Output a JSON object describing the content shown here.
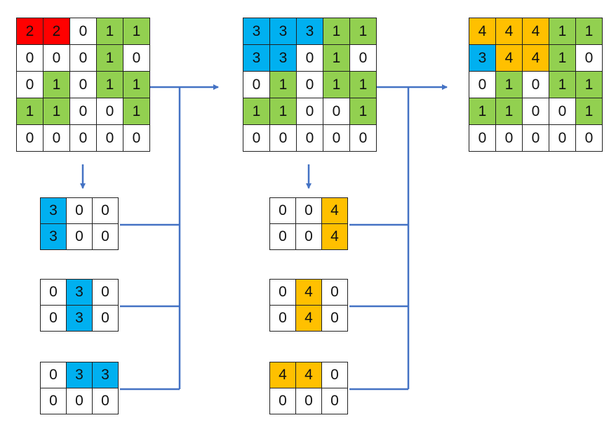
{
  "colors": {
    "w": "#ffffff",
    "r": "#ff0000",
    "g": "#92d050",
    "b": "#00b0f0",
    "o": "#ffc000",
    "arrow": "#4472c4"
  },
  "grids": [
    {
      "id": "grid-step1",
      "size": 5,
      "values": [
        [
          "2",
          "2",
          "0",
          "1",
          "1"
        ],
        [
          "0",
          "0",
          "0",
          "1",
          "0"
        ],
        [
          "0",
          "1",
          "0",
          "1",
          "1"
        ],
        [
          "1",
          "1",
          "0",
          "0",
          "1"
        ],
        [
          "0",
          "0",
          "0",
          "0",
          "0"
        ]
      ],
      "fills": [
        [
          "r",
          "r",
          "w",
          "g",
          "g"
        ],
        [
          "w",
          "w",
          "w",
          "g",
          "w"
        ],
        [
          "w",
          "g",
          "w",
          "g",
          "g"
        ],
        [
          "g",
          "g",
          "w",
          "w",
          "g"
        ],
        [
          "w",
          "w",
          "w",
          "w",
          "w"
        ]
      ]
    },
    {
      "id": "grid-step2",
      "size": 5,
      "values": [
        [
          "3",
          "3",
          "3",
          "1",
          "1"
        ],
        [
          "3",
          "3",
          "0",
          "1",
          "0"
        ],
        [
          "0",
          "1",
          "0",
          "1",
          "1"
        ],
        [
          "1",
          "1",
          "0",
          "0",
          "1"
        ],
        [
          "0",
          "0",
          "0",
          "0",
          "0"
        ]
      ],
      "fills": [
        [
          "b",
          "b",
          "b",
          "g",
          "g"
        ],
        [
          "b",
          "b",
          "w",
          "g",
          "w"
        ],
        [
          "w",
          "g",
          "w",
          "g",
          "g"
        ],
        [
          "g",
          "g",
          "w",
          "w",
          "g"
        ],
        [
          "w",
          "w",
          "w",
          "w",
          "w"
        ]
      ]
    },
    {
      "id": "grid-step3",
      "size": 5,
      "values": [
        [
          "4",
          "4",
          "4",
          "1",
          "1"
        ],
        [
          "3",
          "4",
          "4",
          "1",
          "0"
        ],
        [
          "0",
          "1",
          "0",
          "1",
          "1"
        ],
        [
          "1",
          "1",
          "0",
          "0",
          "1"
        ],
        [
          "0",
          "0",
          "0",
          "0",
          "0"
        ]
      ],
      "fills": [
        [
          "o",
          "o",
          "o",
          "g",
          "g"
        ],
        [
          "b",
          "o",
          "o",
          "g",
          "0"
        ],
        [
          "w",
          "g",
          "w",
          "g",
          "g"
        ],
        [
          "g",
          "g",
          "w",
          "w",
          "g"
        ],
        [
          "w",
          "w",
          "w",
          "w",
          "w"
        ]
      ]
    },
    {
      "id": "block-blue-vertical-left",
      "size": 3,
      "values": [
        [
          "3",
          "0",
          "0"
        ],
        [
          "3",
          "0",
          "0"
        ]
      ],
      "fills": [
        [
          "b",
          "w",
          "w"
        ],
        [
          "b",
          "w",
          "w"
        ]
      ]
    },
    {
      "id": "block-blue-vertical-middle",
      "size": 3,
      "values": [
        [
          "0",
          "3",
          "0"
        ],
        [
          "0",
          "3",
          "0"
        ]
      ],
      "fills": [
        [
          "w",
          "b",
          "w"
        ],
        [
          "w",
          "b",
          "w"
        ]
      ]
    },
    {
      "id": "block-blue-horizontal",
      "size": 3,
      "values": [
        [
          "0",
          "3",
          "3"
        ],
        [
          "0",
          "0",
          "0"
        ]
      ],
      "fills": [
        [
          "w",
          "b",
          "b"
        ],
        [
          "w",
          "w",
          "w"
        ]
      ]
    },
    {
      "id": "block-orange-vertical-right",
      "size": 3,
      "values": [
        [
          "0",
          "0",
          "4"
        ],
        [
          "0",
          "0",
          "4"
        ]
      ],
      "fills": [
        [
          "w",
          "w",
          "o"
        ],
        [
          "w",
          "w",
          "o"
        ]
      ]
    },
    {
      "id": "block-orange-vertical-middle",
      "size": 3,
      "values": [
        [
          "0",
          "4",
          "0"
        ],
        [
          "0",
          "4",
          "0"
        ]
      ],
      "fills": [
        [
          "w",
          "o",
          "w"
        ],
        [
          "w",
          "o",
          "w"
        ]
      ]
    },
    {
      "id": "block-orange-horizontal",
      "size": 3,
      "values": [
        [
          "4",
          "4",
          "0"
        ],
        [
          "0",
          "0",
          "0"
        ]
      ],
      "fills": [
        [
          "o",
          "o",
          "w"
        ],
        [
          "w",
          "w",
          "w"
        ]
      ]
    }
  ]
}
